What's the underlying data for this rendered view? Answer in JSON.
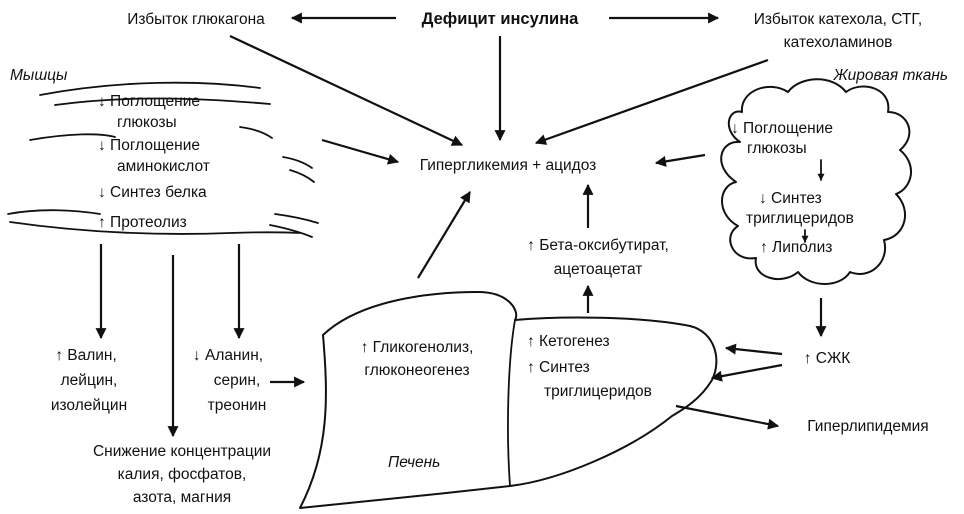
{
  "top": {
    "center": "Дефицит инсулина",
    "left": "Избыток глюкагона",
    "right_line1": "Избыток катехола, СТГ,",
    "right_line2": "катехоламинов"
  },
  "central": "Гипергликемия + ацидоз",
  "muscle": {
    "title": "Мышцы",
    "items": [
      {
        "line1": "↓ Поглощение",
        "line2": "глюкозы"
      },
      {
        "line1": "↓ Поглощение",
        "line2": "аминокислот"
      },
      {
        "line1": "↓ Синтез белка"
      },
      {
        "line1": "↑ Протеолиз"
      }
    ]
  },
  "fat": {
    "title": "Жировая ткань",
    "items": [
      {
        "line1": "↓ Поглощение",
        "line2": "глюкозы"
      },
      {
        "line1": "↓ Синтез",
        "line2": "триглицеридов"
      },
      {
        "line1": "↑ Липолиз"
      }
    ]
  },
  "amino": {
    "left": {
      "line1": "↑ Валин,",
      "line2": "лейцин,",
      "line3": "изолейцин"
    },
    "right": {
      "line1": "↓ Аланин,",
      "line2": "серин,",
      "line3": "треонин"
    }
  },
  "minerals": {
    "line1": "Снижение концентрации",
    "line2": "калия, фосфатов,",
    "line3": "азота, магния"
  },
  "liver": {
    "title": "Печень",
    "left": {
      "line1": "↑ Гликогенолиз,",
      "line2": "глюконеогенез"
    },
    "right": {
      "line1": "↑ Кетогенез",
      "line2": "↑ Синтез",
      "line3": "триглицеридов"
    }
  },
  "ketones": {
    "line1": "↑ Бета-оксибутират,",
    "line2": "ацетоацетат"
  },
  "ffa": "↑ СЖК",
  "hyperlipidemia": "Гиперлипидемия"
}
